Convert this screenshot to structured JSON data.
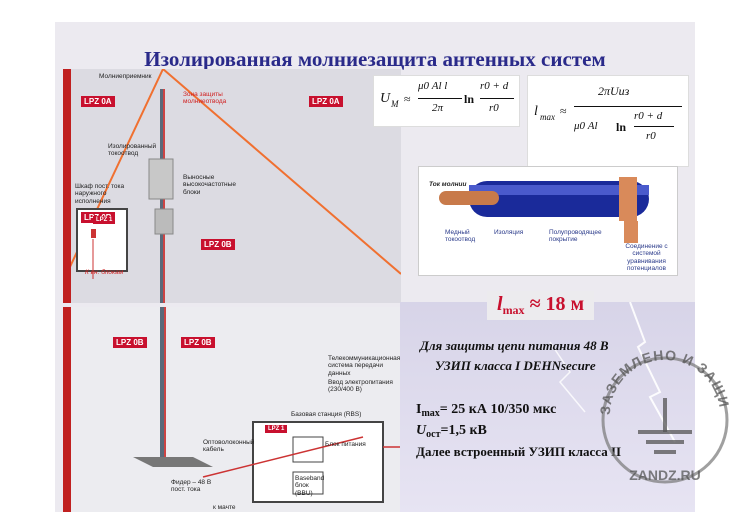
{
  "title": "Изолированная молниезащита антенных систем",
  "top_diagram": {
    "labels": {
      "air_terminal": "Молниеприемник",
      "protection_zone": "Зона защиты молниеотвода",
      "insulated_conductor": "Изолированный токоотвод",
      "rf_units": "Выносные высокочастотные блоки",
      "dc_cabinet": "Шкаф пост. тока наружного исполнения",
      "to_units": "К вн. блокам"
    },
    "zones": [
      "LPZ 0A",
      "LPZ 0A",
      "LPZ 0B",
      "LPZ 0B",
      "LPZ 1"
    ]
  },
  "bottom_diagram": {
    "zones": [
      "LPZ 0B",
      "LPZ 0B",
      "LPZ 1"
    ],
    "labels": {
      "telecom": "Телекоммуникационная система передачи данных",
      "power_input": "Ввод электропитания (230/400 В)",
      "base_station": "Базовая станция (RBS)",
      "fiber": "Оптоволоконный кабель",
      "psu": "Блок питания",
      "bbu": "Baseband блок (BBU)",
      "feeder": "Фидер – 48 В пост. тока",
      "to_mast": "к мачте"
    }
  },
  "formulas": {
    "um_lhs": "U",
    "um_sub": "M",
    "um_num": "μ0 Al l",
    "um_den": "2π",
    "um_ln_num": "r0 + d",
    "um_ln_den": "r0",
    "lmax_lhs": "l",
    "lmax_sub": "max",
    "lmax_num": "2πUиз",
    "lmax_den_a": "μ0 Al",
    "lmax_ln_num": "r0 + d",
    "lmax_ln_den": "r0"
  },
  "cable": {
    "current_label": "Ток молнии",
    "copper_label": "Медный токоотвод",
    "insulation_label": "Изоляция",
    "semicond_label": "Полупроводящее покрытие",
    "bonding_label": "Соединение с системой уравнивания потенциалов"
  },
  "result": {
    "lmax_symbol": "l",
    "lmax_sub": "max",
    "lmax_value": "≈ 18 м"
  },
  "text_block": {
    "line1": "Для защиты цепи питания  48 В",
    "line2": "УЗИП  класса I  DEHNsecure",
    "line3_prefix": "I",
    "line3_sub": "max",
    "line3_rest": "= 25 кА     10/350 мкс",
    "line4_prefix": "U",
    "line4_sub": "ост",
    "line4_rest": "=1,5 кВ",
    "line5": "Далее встроенный УЗИП  класса II"
  },
  "stamp": {
    "arc_text": "ЗАЗЕМЛЕНО И ЗАЩИЩЕНО",
    "site": "ZANDZ.RU"
  },
  "colors": {
    "title": "#2a2a8a",
    "accent": "#c8102e",
    "zone_line": "#f07030"
  }
}
